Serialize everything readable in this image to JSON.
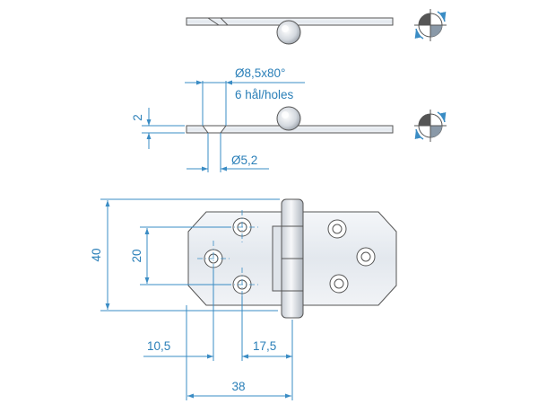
{
  "annotations": {
    "countersink": "Ø8,5x80°",
    "holes_label": "6 hål/holes",
    "thickness": "2",
    "hole_diameter": "Ø5,2",
    "height_overall": "40",
    "hole_spacing_vertical": "20",
    "dim_left": "10,5",
    "dim_right": "17,5",
    "width_leaf": "38"
  },
  "colors": {
    "dimension_blue": "#2a7fb8",
    "metal_light": "#e9edf2",
    "metal_dark": "#a9b1bb",
    "outline": "#555555"
  },
  "icons": [
    "projection-symbol-icon",
    "projection-symbol-icon"
  ]
}
